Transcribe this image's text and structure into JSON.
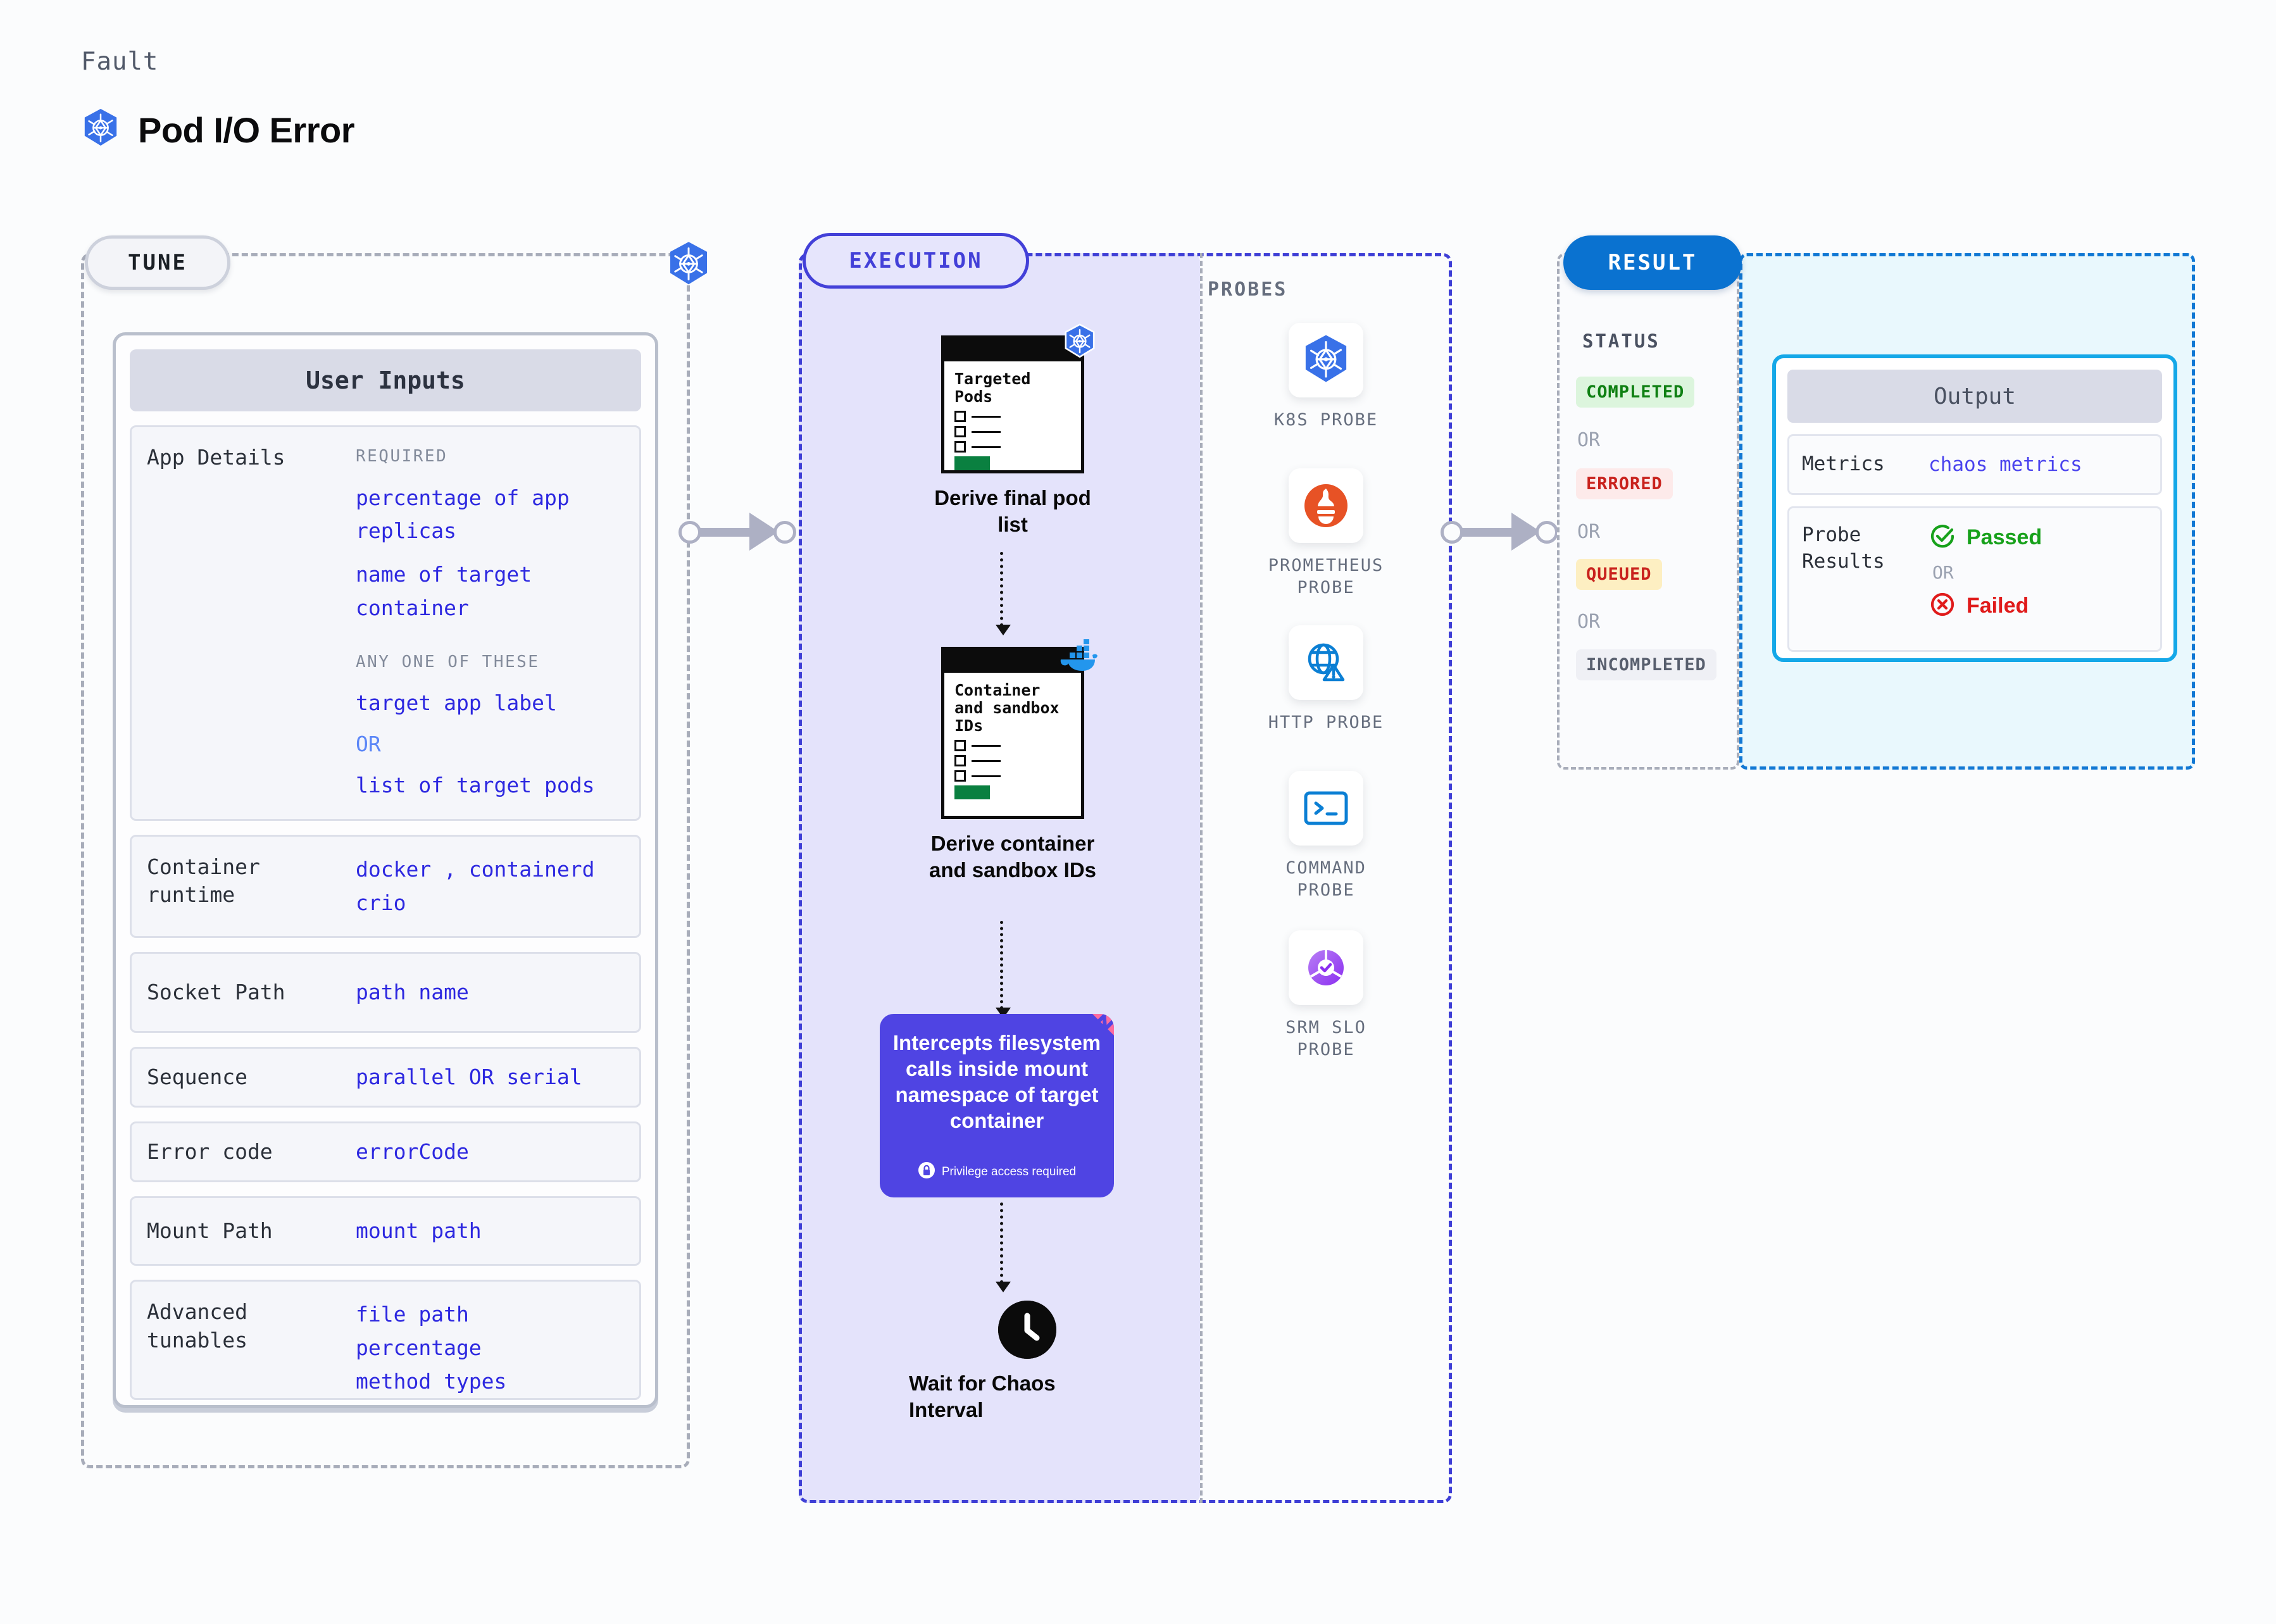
{
  "header": {
    "kicker": "Fault",
    "title": "Pod I/O Error",
    "icon": "kubernetes-icon"
  },
  "tune": {
    "tag": "TUNE",
    "badge_icon": "kubernetes-icon",
    "card_title": "User Inputs",
    "app_details": {
      "label": "App Details",
      "required_label": "REQUIRED",
      "required_values": [
        "percentage of app replicas",
        "name of target container"
      ],
      "any_one_label": "ANY ONE OF THESE",
      "any_one_values": [
        "target app label",
        "list of target pods"
      ],
      "or": "OR"
    },
    "rows": [
      {
        "label": "Container runtime",
        "values": [
          "docker , containerd",
          "crio"
        ]
      },
      {
        "label": "Socket Path",
        "values": [
          "path name"
        ]
      },
      {
        "label": "Sequence",
        "values": [
          "parallel OR serial"
        ]
      },
      {
        "label": "Error code",
        "values": [
          "errorCode"
        ]
      },
      {
        "label": "Mount Path",
        "values": [
          "mount path"
        ]
      },
      {
        "label": "Advanced tunables",
        "values": [
          "file path",
          "percentage",
          "method types"
        ]
      }
    ]
  },
  "execution": {
    "tag": "EXECUTION",
    "nodes": [
      {
        "card_title": "Targeted Pods",
        "caption": "Derive final pod list",
        "icon": "kubernetes-icon"
      },
      {
        "card_title": "Container and sandbox IDs",
        "caption": "Derive container and sandbox IDs",
        "icon": "docker-icon"
      }
    ],
    "action": {
      "text": "Intercepts filesystem calls inside mount namespace of target container",
      "note": "Privilege access required",
      "note_icon": "lock-icon",
      "ribbon_icon": "ribbon-corner"
    },
    "wait": {
      "caption": "Wait for Chaos Interval",
      "icon": "clock-icon"
    }
  },
  "probes": {
    "label": "PROBES",
    "items": [
      {
        "name": "K8S PROBE",
        "icon": "kubernetes-icon"
      },
      {
        "name": "PROMETHEUS PROBE",
        "icon": "prometheus-icon"
      },
      {
        "name": "HTTP PROBE",
        "icon": "globe-warning-icon"
      },
      {
        "name": "COMMAND PROBE",
        "icon": "terminal-icon"
      },
      {
        "name": "SRM SLO PROBE",
        "icon": "srm-slo-icon"
      }
    ]
  },
  "result": {
    "tag": "RESULT",
    "status_label": "STATUS",
    "or": "OR",
    "statuses": [
      {
        "text": "COMPLETED",
        "bg": "#dcf5dd",
        "fg": "#0f8013"
      },
      {
        "text": "ERRORED",
        "bg": "#fdeaea",
        "fg": "#c9221d"
      },
      {
        "text": "QUEUED",
        "bg": "#fdefc2",
        "fg": "#c9221d"
      },
      {
        "text": "INCOMPLETED",
        "bg": "#eff0f5",
        "fg": "#585f6e"
      }
    ],
    "output": {
      "title": "Output",
      "metrics_label": "Metrics",
      "metrics_value": "chaos metrics",
      "probe_results_label": "Probe Results",
      "passed": "Passed",
      "failed": "Failed",
      "passed_icon": "check-circle-icon",
      "failed_icon": "x-circle-icon",
      "or": "OR"
    }
  },
  "colors": {
    "accent_blue": "#2d28e0",
    "exec_purple": "#4340d8",
    "result_blue": "#0a72d0",
    "output_border": "#15a8e8",
    "k8s_blue": "#3971e8",
    "green": "#0f8013",
    "red": "#d8231d"
  }
}
